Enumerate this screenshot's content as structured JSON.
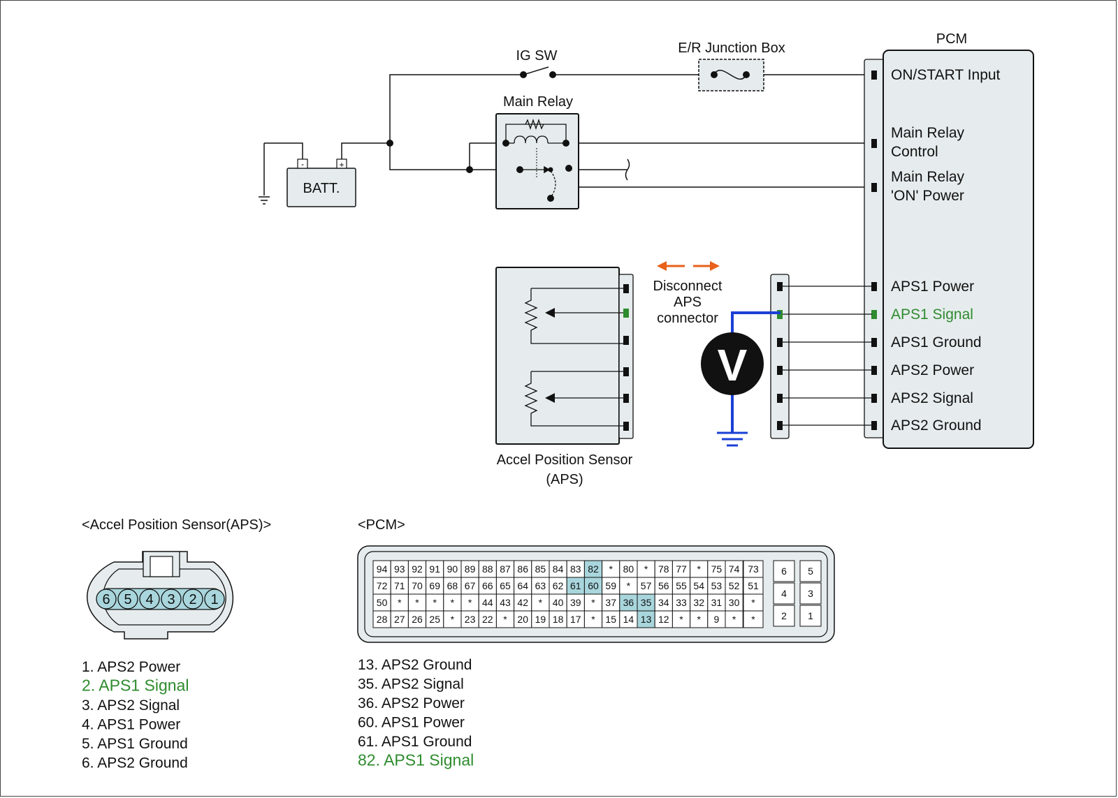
{
  "title": {
    "pcm": "PCM",
    "ig_sw": "IG SW",
    "junction_box": "E/R Junction Box",
    "main_relay": "Main Relay",
    "battery": "BATT.",
    "batt_neg": "-",
    "batt_pos": "+",
    "aps_name": "Accel Position Sensor",
    "aps_abbr": "(APS)",
    "disconnect": [
      "Disconnect",
      "APS",
      "connector"
    ],
    "voltmeter": "V"
  },
  "pcm_pins": [
    {
      "label": "ON/START Input",
      "highlight": false
    },
    {
      "label": "Main Relay",
      "label2": "Control",
      "highlight": false
    },
    {
      "label": "Main Relay",
      "label2": "'ON' Power",
      "highlight": false
    },
    {
      "label": "APS1 Power",
      "highlight": false
    },
    {
      "label": "APS1 Signal",
      "highlight": true
    },
    {
      "label": "APS1 Ground",
      "highlight": false
    },
    {
      "label": "APS2 Power",
      "highlight": false
    },
    {
      "label": "APS2 Signal",
      "highlight": false
    },
    {
      "label": "APS2 Ground",
      "highlight": false
    }
  ],
  "aps_connector": {
    "heading": "<Accel Position Sensor(APS)>",
    "pins": [
      "6",
      "5",
      "4",
      "3",
      "2",
      "1"
    ],
    "legend": [
      {
        "text": "1. APS2 Power",
        "highlight": false
      },
      {
        "text": "2. APS1 Signal",
        "highlight": true
      },
      {
        "text": "3. APS2 Signal",
        "highlight": false
      },
      {
        "text": "4. APS1 Power",
        "highlight": false
      },
      {
        "text": "5. APS1 Ground",
        "highlight": false
      },
      {
        "text": "6. APS2 Ground",
        "highlight": false
      }
    ]
  },
  "pcm_connector": {
    "heading": "<PCM>",
    "rows": [
      [
        "94",
        "93",
        "92",
        "91",
        "90",
        "89",
        "88",
        "87",
        "86",
        "85",
        "84",
        "83",
        "82",
        "*",
        "80",
        "*",
        "78",
        "77",
        "*",
        "75",
        "74"
      ],
      [
        "72",
        "71",
        "70",
        "69",
        "68",
        "67",
        "66",
        "65",
        "64",
        "63",
        "62",
        "61",
        "60",
        "59",
        "*",
        "57",
        "56",
        "55",
        "54",
        "53",
        "52"
      ],
      [
        "50",
        "*",
        "*",
        "*",
        "*",
        "*",
        "44",
        "43",
        "42",
        "*",
        "40",
        "39",
        "*",
        "37",
        "36",
        "35",
        "34",
        "33",
        "32",
        "31",
        "30"
      ],
      [
        "28",
        "27",
        "26",
        "25",
        "*",
        "23",
        "22",
        "*",
        "20",
        "19",
        "18",
        "17",
        "*",
        "15",
        "14",
        "13",
        "12",
        "*",
        "*",
        "9",
        "*"
      ]
    ],
    "side_col": [
      "73",
      "51",
      "*",
      "*"
    ],
    "small_block": [
      [
        "6",
        "5"
      ],
      [
        "4",
        "3"
      ],
      [
        "2",
        "1"
      ]
    ],
    "highlighted": [
      "82",
      "61",
      "60",
      "36",
      "35",
      "13"
    ],
    "legend": [
      {
        "text": "13. APS2 Ground",
        "highlight": false
      },
      {
        "text": "35. APS2 Signal",
        "highlight": false
      },
      {
        "text": "36. APS2 Power",
        "highlight": false
      },
      {
        "text": "60. APS1 Power",
        "highlight": false
      },
      {
        "text": "61. APS1 Ground",
        "highlight": false
      },
      {
        "text": "82. APS1 Signal",
        "highlight": true
      }
    ]
  },
  "colors": {
    "signal_green": "#2e8b2e",
    "probe_blue": "#1a3fd6",
    "arrow_orange": "#e8601a",
    "box_fill": "#e6eced",
    "pin_highlight": "#a9d6dd"
  }
}
